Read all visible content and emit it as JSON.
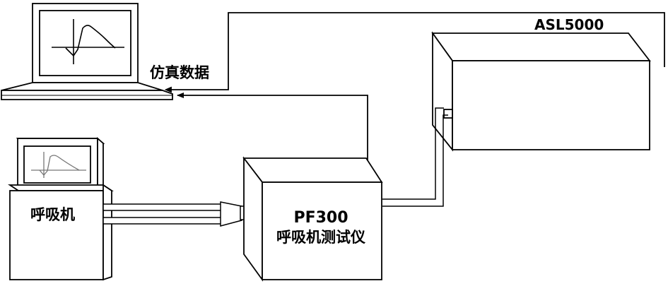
{
  "labels": {
    "sim_data": "仿真数据",
    "ventilator": "呼吸机",
    "tester_model": "PF300",
    "tester_name": "呼吸机测试仪",
    "lung_simulator": "ASL5000"
  }
}
